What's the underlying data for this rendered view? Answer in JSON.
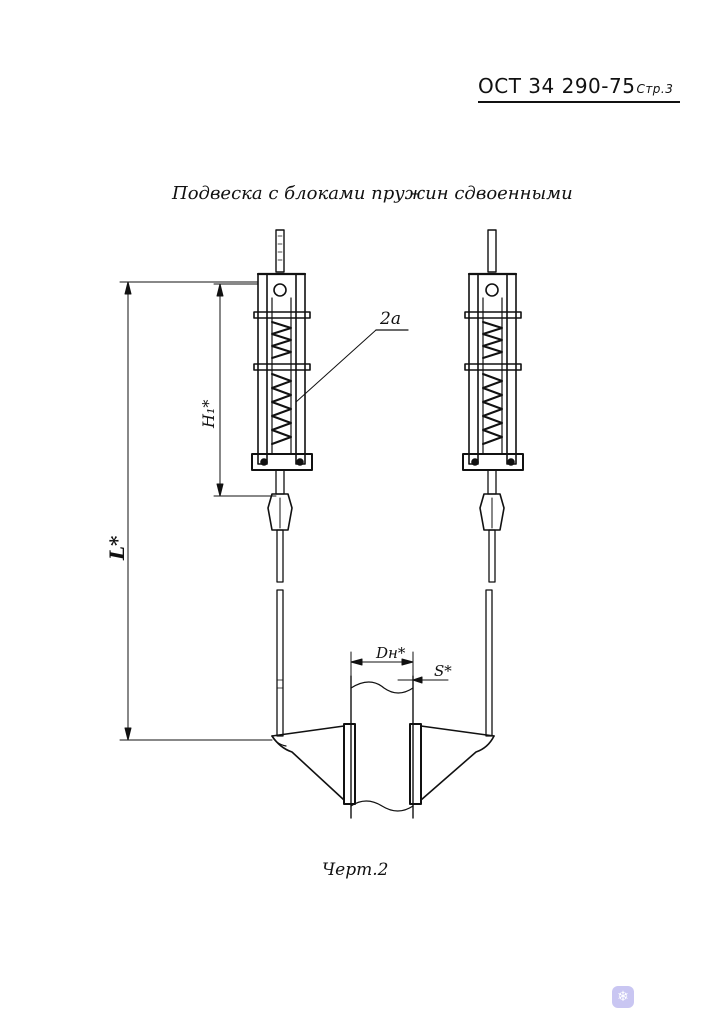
{
  "header": {
    "doc_number": "ОСТ 34 290-75",
    "page": "Стр.3"
  },
  "title": "Подвеска с блоками пружин сдвоенными",
  "labels": {
    "callout": "2а",
    "dim_h1": "H₁*",
    "dim_l": "L*",
    "dim_dn": "Dн*",
    "dim_s": "S*"
  },
  "caption": "Черт.2",
  "icons": {
    "corner_badge": "snowflake-icon"
  }
}
